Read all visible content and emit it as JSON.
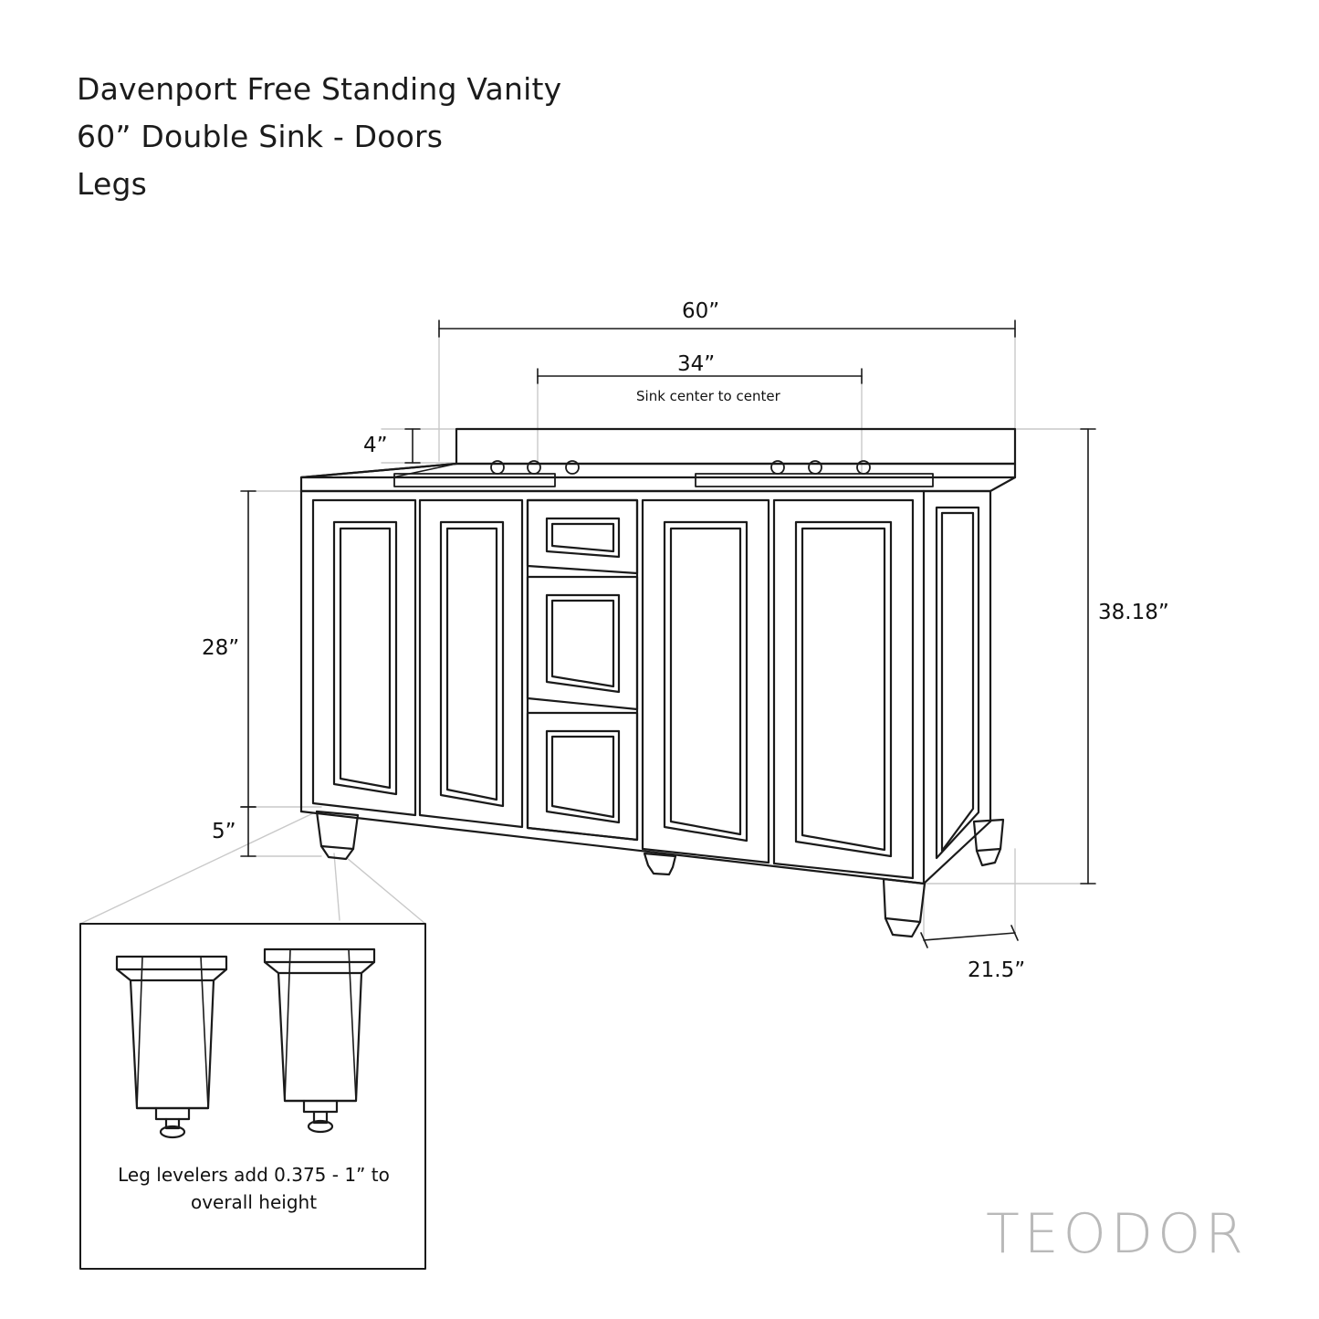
{
  "title": {
    "line1": "Davenport Free Standing Vanity",
    "line2": "60” Double Sink - Doors",
    "line3": "Legs"
  },
  "dimensions": {
    "width_total": "60”",
    "sink_center": "34”",
    "sink_center_note": "Sink center to center",
    "backsplash": "4”",
    "cabinet_height": "28”",
    "leg_height": "5”",
    "overall_height": "38.18”",
    "depth": "21.5”"
  },
  "leg_detail": {
    "caption_line1": "Leg levelers add 0.375 - 1” to",
    "caption_line2": "overall height"
  },
  "brand": "TEODOR",
  "colors": {
    "line": "#1a1a1a",
    "dimension_line": "#1a1a1a",
    "extension_line": "#c9c9c9",
    "brand": "#b9b9b9",
    "background": "#ffffff"
  }
}
